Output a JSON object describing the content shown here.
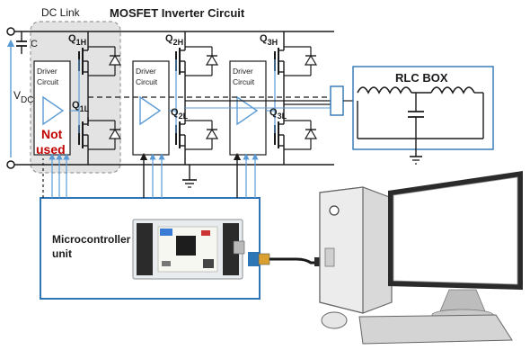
{
  "labels": {
    "dc_link": "DC Link",
    "title": "MOSFET Inverter Circuit",
    "capacitor": "C",
    "vdc_main": "V",
    "vdc_sub": "DC",
    "rlc_box": "RLC BOX",
    "not_used_line1": "Not",
    "not_used_line2": "used",
    "mcu_line1": "Microcontroller",
    "mcu_line2": "unit",
    "driver_line1": "Driver",
    "driver_line2": "Circuit"
  },
  "transistors": [
    {
      "id": "q1h",
      "main": "Q",
      "sub": "1H"
    },
    {
      "id": "q1l",
      "main": "Q",
      "sub": "1L"
    },
    {
      "id": "q2h",
      "main": "Q",
      "sub": "2H"
    },
    {
      "id": "q2l",
      "main": "Q",
      "sub": "2L"
    },
    {
      "id": "q3h",
      "main": "Q",
      "sub": "3H"
    },
    {
      "id": "q3l",
      "main": "Q",
      "sub": "3L"
    }
  ],
  "colors": {
    "wire": "#1a1a1a",
    "dc_link_fill": "#e3e3e3",
    "frame_blue": "#2e75b6",
    "signal_blue": "#5b9bd5",
    "not_used_red": "#c00000",
    "pc_gray": "#cfcfcf"
  },
  "icons": {
    "mcu_board": "microcontroller-board-photo",
    "computer": "desktop-computer",
    "usb": "usb-cable"
  }
}
